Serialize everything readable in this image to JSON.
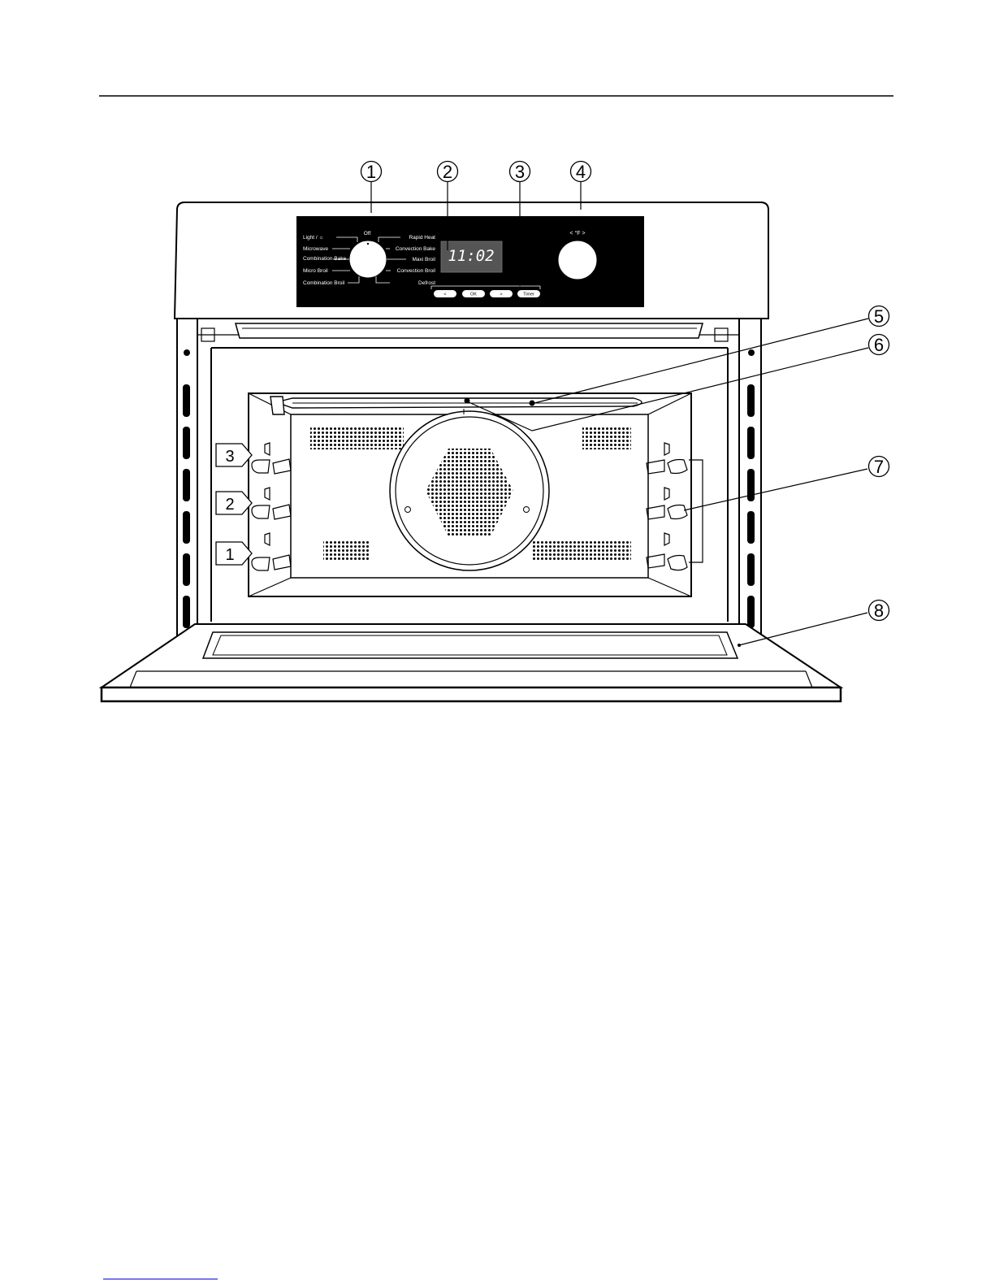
{
  "panel": {
    "dial_top_label": "Off",
    "modes_left": [
      "Light / ☼",
      "Microwave",
      "Combination Bake",
      "Micro Broil",
      "Combination Broil"
    ],
    "modes_right": [
      "Rapid Heat",
      "Convection Bake",
      "Maxi Broil",
      "Convection Broil",
      "Defrost"
    ],
    "display_time": "11:02",
    "buttons": [
      "<",
      "OK",
      ">",
      "Timer"
    ],
    "temp_label": "<  °F  >"
  },
  "callouts": [
    "1",
    "2",
    "3",
    "4",
    "5",
    "6",
    "7",
    "8"
  ],
  "shelf_levels": [
    "3",
    "2",
    "1"
  ],
  "icons": {
    "dial": "mode-selector-knob-icon",
    "knob": "temperature-knob-icon",
    "fan": "fan-cover-icon"
  }
}
